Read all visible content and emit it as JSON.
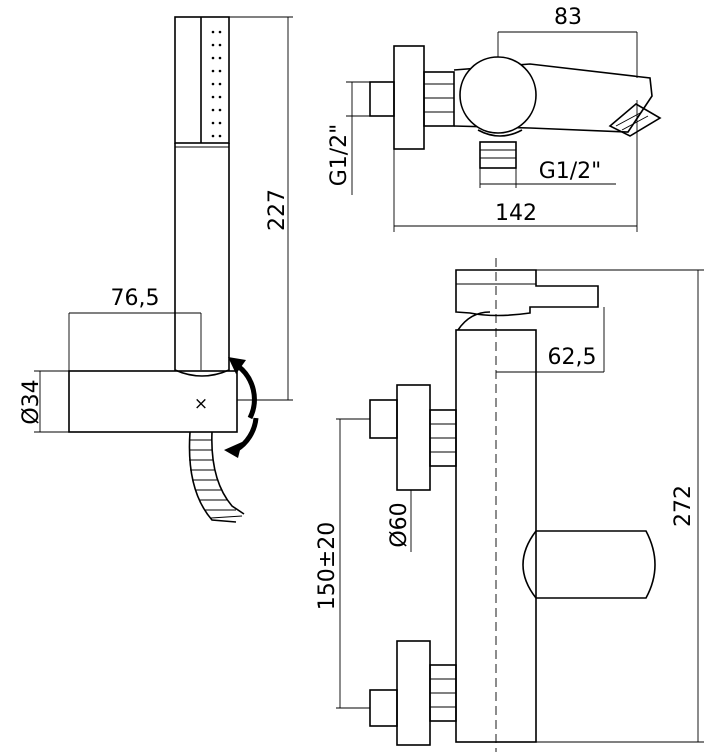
{
  "dimensions": {
    "top_width": "83",
    "overall_length": "142",
    "inlet_thread_left": "G1/2\"",
    "outlet_thread": "G1/2\"",
    "handshower_length": "227",
    "holder_projection": "76,5",
    "holder_diameter": "Ø34",
    "spout_projection": "62,5",
    "overall_height": "272",
    "flange_diameter": "Ø60",
    "inlet_centres": "150±20"
  },
  "center_mark": "×",
  "colors": {
    "line": "#000000",
    "background": "#ffffff"
  }
}
